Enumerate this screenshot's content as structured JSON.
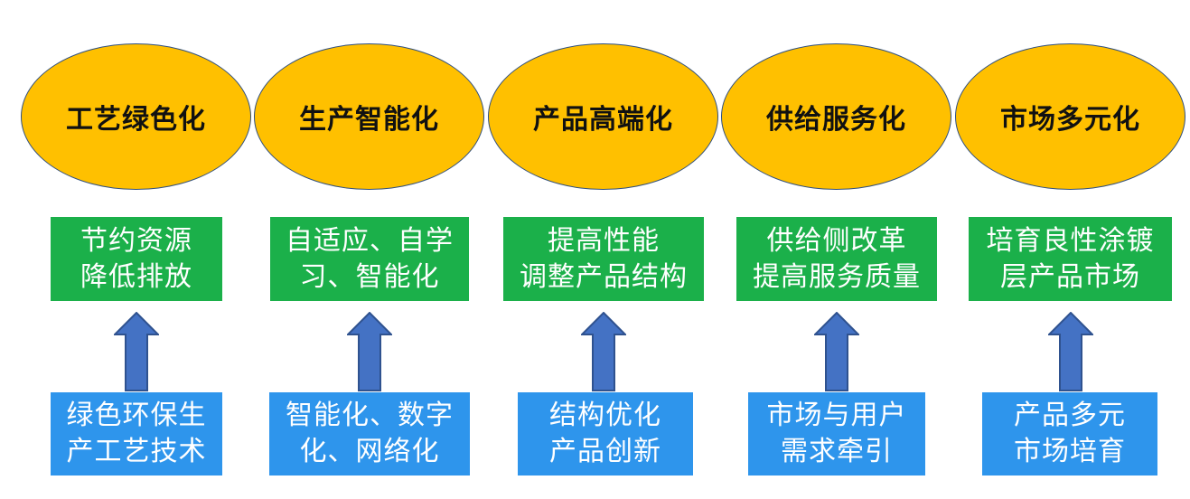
{
  "colors": {
    "ellipse_fill": "#FFC000",
    "ellipse_border": "#2F4F7F",
    "green_box": "#1BB04A",
    "blue_box": "#2E95EC",
    "arrow_fill": "#4472C4",
    "arrow_stroke": "#2F528F"
  },
  "columns": [
    {
      "title": "工艺绿色化",
      "goal_lines": [
        "节约资源",
        "降低排放"
      ],
      "driver_lines": [
        "绿色环保生",
        "产工艺技术"
      ]
    },
    {
      "title": "生产智能化",
      "goal_lines": [
        "自适应、自学",
        "习、智能化"
      ],
      "driver_lines": [
        "智能化、数字",
        "化、网络化"
      ]
    },
    {
      "title": "产品高端化",
      "goal_lines": [
        "提高性能",
        "调整产品结构"
      ],
      "driver_lines": [
        "结构优化",
        "产品创新"
      ]
    },
    {
      "title": "供给服务化",
      "goal_lines": [
        "供给侧改革",
        "提高服务质量"
      ],
      "driver_lines": [
        "市场与用户",
        "需求牵引"
      ]
    },
    {
      "title": "市场多元化",
      "goal_lines": [
        "培育良性涂镀",
        "层产品市场"
      ],
      "driver_lines": [
        "产品多元",
        "市场培育"
      ]
    }
  ]
}
